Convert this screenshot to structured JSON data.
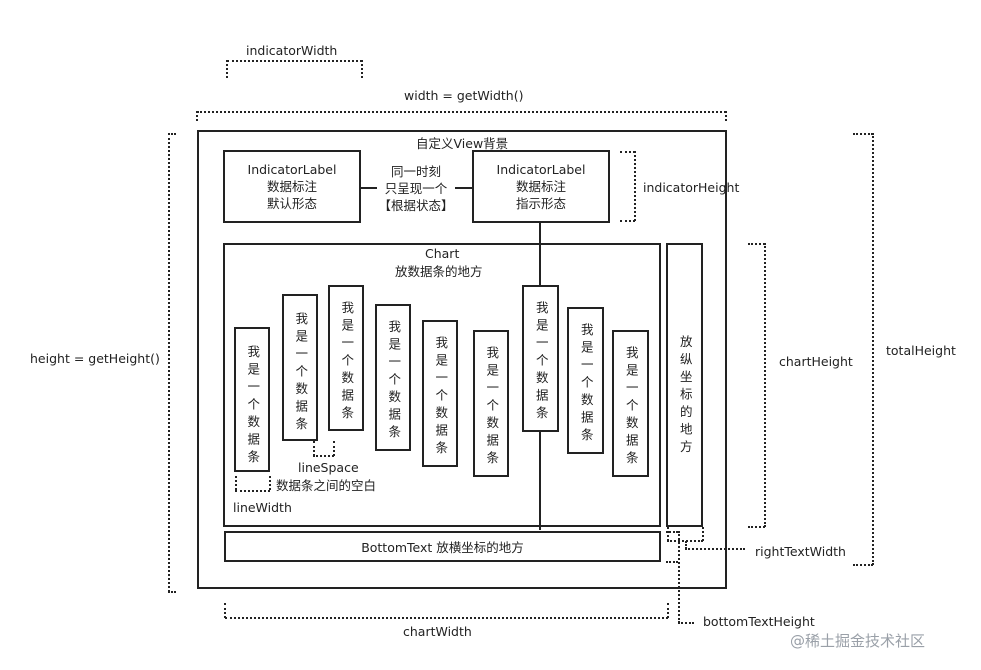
{
  "labels": {
    "indicator_width": "indicatorWidth",
    "width": "width = getWidth()",
    "height": "height = getHeight()",
    "indicator_height": "indicatorHeight",
    "chart_height": "chartHeight",
    "total_height": "totalHeight",
    "right_text_width": "rightTextWidth",
    "bottom_text_height": "bottomTextHeight",
    "chart_width": "chartWidth",
    "line_width": "lineWidth",
    "line_space": "lineSpace",
    "line_space_desc": "数据条之间的空白"
  },
  "view": {
    "title": "自定义View背景"
  },
  "indicator_left": {
    "line1": "IndicatorLabel",
    "line2": "数据标注",
    "line3": "默认形态"
  },
  "middle_note": {
    "line1": "同一时刻",
    "line2": "只呈现一个",
    "line3": "【根据状态】"
  },
  "indicator_right": {
    "line1": "IndicatorLabel",
    "line2": "数据标注",
    "line3": "指示形态"
  },
  "chart": {
    "title": "Chart",
    "subtitle": "放数据条的地方"
  },
  "bar_text": "我是一个数据条",
  "right_axis_text": "放纵坐标的地方",
  "bottom_text": "BottomText 放横坐标的地方",
  "watermark": "@稀土掘金技术社区"
}
